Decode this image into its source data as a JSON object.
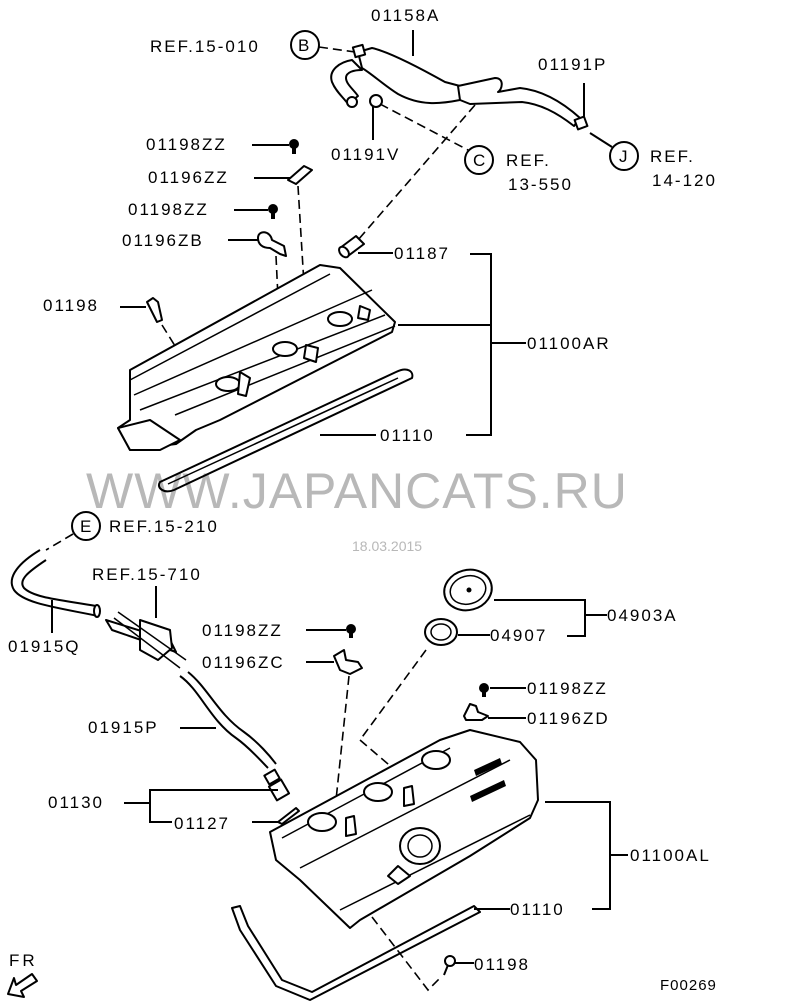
{
  "diagram": {
    "watermark": "WWW.JAPANCATS.RU",
    "watermark_date": "18.03.2015",
    "figure_code": "F00269",
    "direction_label": "FR",
    "callouts": {
      "p01158A": "01158A",
      "ref_b": "REF.15-010",
      "ref_b_letter": "B",
      "p01191P": "01191P",
      "p01191V": "01191V",
      "ref_c_letter": "C",
      "ref_c_line1": "REF.",
      "ref_c_line2": "13-550",
      "ref_j_letter": "J",
      "ref_j_line1": "REF.",
      "ref_j_line2": "14-120",
      "p01198ZZ_a": "01198ZZ",
      "p01196ZZ": "01196ZZ",
      "p01198ZZ_b": "01198ZZ",
      "p01196ZB": "01196ZB",
      "p01187": "01187",
      "p01198_a": "01198",
      "p01100AR": "01100AR",
      "p01110_a": "01110",
      "ref_e_letter": "E",
      "ref_e": "REF.15-210",
      "ref_15_710": "REF.15-710",
      "p01915Q": "01915Q",
      "p01198ZZ_c": "01198ZZ",
      "p01196ZC": "01196ZC",
      "p04903A": "04903A",
      "p04907": "04907",
      "p01198ZZ_d": "01198ZZ",
      "p01196ZD": "01196ZD",
      "p01915P": "01915P",
      "p01130": "01130",
      "p01127": "01127",
      "p01100AL": "01100AL",
      "p01110_b": "01110",
      "p01198_b": "01198"
    }
  }
}
